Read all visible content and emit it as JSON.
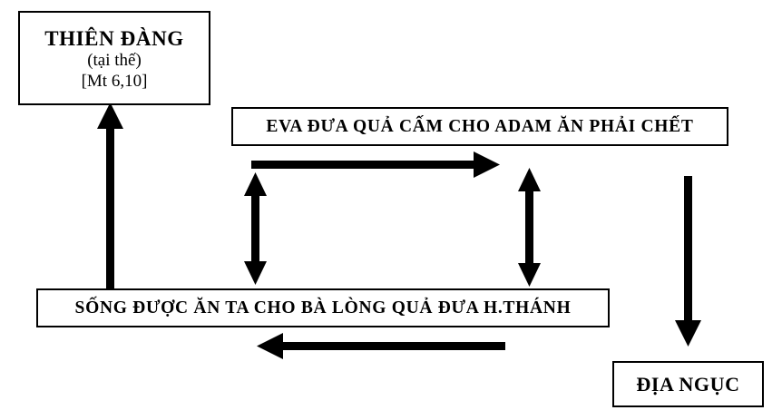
{
  "diagram": {
    "title": "Vong tuan hoan Thien Dang - Dia Nguc",
    "background_color": "#ffffff",
    "stroke_color": "#000000",
    "nodes": {
      "heaven": {
        "line1": "THIÊN ĐÀNG",
        "line2": "(tại thế)",
        "line3": "[Mt 6,10]"
      },
      "eva": {
        "line1": "EVA ĐƯA QUẢ CẤM CHO ADAM ĂN PHẢI CHẾT"
      },
      "life": {
        "line1": "SỐNG ĐƯỢC ĂN TA CHO BÀ LÒNG QUẢ ĐƯA H.THÁNH"
      },
      "hell": {
        "line1": "ĐỊA NGỤC"
      }
    },
    "arrows": [
      {
        "name": "arrow-life-to-heaven",
        "direction": "up",
        "from": "life",
        "to": "heaven"
      },
      {
        "name": "arrow-left-to-right-top",
        "direction": "right",
        "from": "life",
        "to": "eva"
      },
      {
        "name": "arrow-left-vertical-double",
        "direction": "both",
        "from": "eva",
        "to": "life"
      },
      {
        "name": "arrow-right-vertical-double",
        "direction": "both",
        "from": "eva",
        "to": "life"
      },
      {
        "name": "arrow-right-to-left-bottom",
        "direction": "left",
        "from": "eva",
        "to": "life"
      },
      {
        "name": "arrow-eva-to-hell",
        "direction": "down",
        "from": "eva",
        "to": "hell"
      }
    ]
  }
}
